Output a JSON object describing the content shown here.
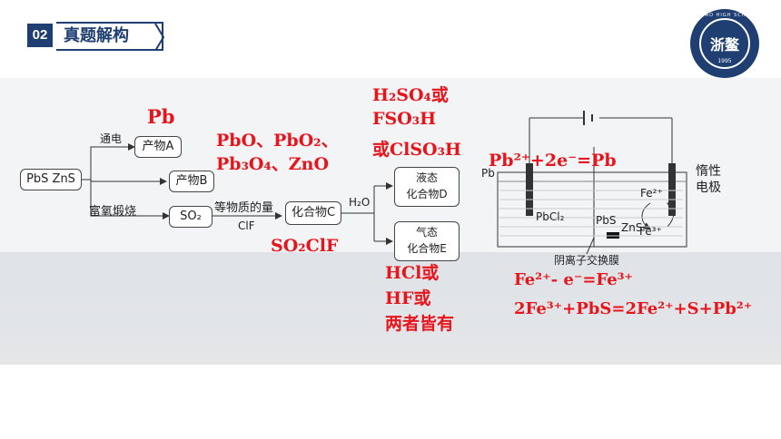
{
  "header": {
    "badge": "02",
    "title": "真题解构"
  },
  "logo": {
    "name": "浙鳌",
    "ring": "ZHE AO HIGH SCHOOL",
    "year": "1995"
  },
  "flow": {
    "start": "PbS ZnS",
    "electrolysis": "通电",
    "roasting": "富氧煅烧",
    "product_a": "产物A",
    "product_b": "产物B",
    "so2": "SO₂",
    "equal_amount": "等物质的量",
    "clf": "ClF",
    "compound_c": "化合物C",
    "h2o": "H₂O",
    "compound_d": "液态\n化合物D",
    "compound_e": "气态\n化合物E"
  },
  "cell": {
    "pb": "Pb",
    "pbcl2": "PbCl₂",
    "pbs": "PbS",
    "zns": "ZnS",
    "fe2": "Fe²⁺",
    "fe3": "Fe³⁺",
    "membrane": "阴离子交换膜",
    "inert_electrode": "惰性\n电极"
  },
  "answers": {
    "pb": "Pb",
    "oxides_1": "PbO、PbO₂、",
    "oxides_2": "Pb₃O₄、ZnO",
    "acid_1": "H₂SO₄或",
    "acid_2": "FSO₃H",
    "acid_3": "或ClSO₃H",
    "so2clf": "SO₂ClF",
    "gas_1": "HCl或",
    "gas_2": "HF或",
    "gas_3": "两者皆有",
    "cathode": "Pb²⁺+2e⁻=Pb",
    "anode": "Fe²⁺- e⁻=Fe³⁺",
    "overall": "2Fe³⁺+PbS=2Fe²⁺+S+Pb²⁺"
  }
}
